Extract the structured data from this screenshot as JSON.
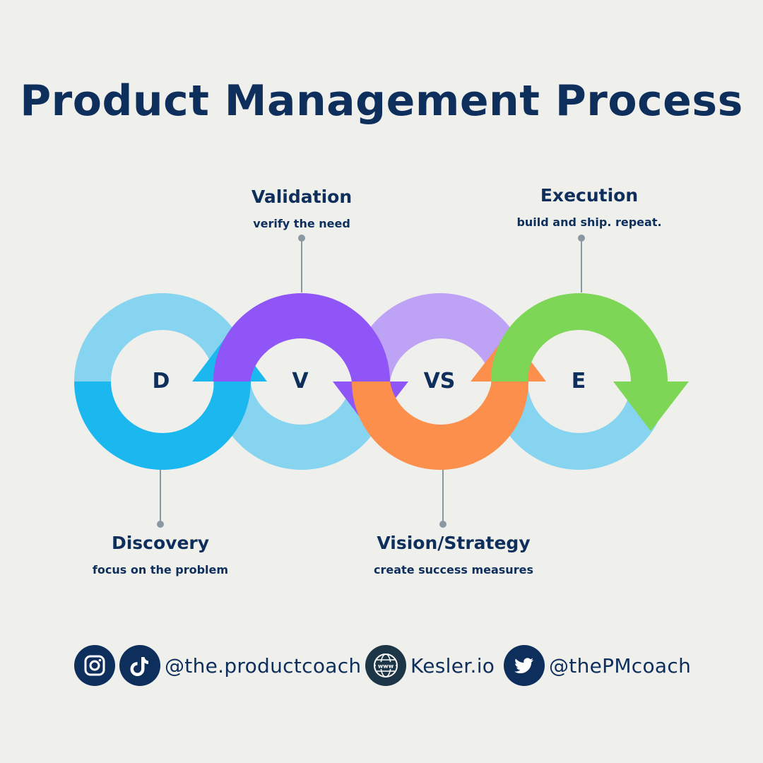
{
  "title": "Product Management Process",
  "stages": [
    {
      "letter": "D",
      "name": "Discovery",
      "desc": "focus on the problem",
      "color": "#1bb7ef"
    },
    {
      "letter": "V",
      "name": "Validation",
      "desc": "verify the need",
      "color": "#8f55f6"
    },
    {
      "letter": "VS",
      "name": "Vision/Strategy",
      "desc": "create success measures",
      "color": "#fb8f4b"
    },
    {
      "letter": "E",
      "name": "Execution",
      "desc": "build and ship. repeat.",
      "color": "#7ed656"
    }
  ],
  "colors": {
    "text": "#0e2f5c",
    "background": "#efefec",
    "light_blue": "#87d4f0",
    "light_purple": "#bea2f5",
    "connector": "#8a98a3"
  },
  "social": [
    {
      "icon": "instagram-icon",
      "handle": ""
    },
    {
      "icon": "tiktok-icon",
      "handle": "@the.productcoach"
    },
    {
      "icon": "globe-icon",
      "handle": "Kesler.io"
    },
    {
      "icon": "twitter-icon",
      "handle": "@thePMcoach"
    }
  ]
}
